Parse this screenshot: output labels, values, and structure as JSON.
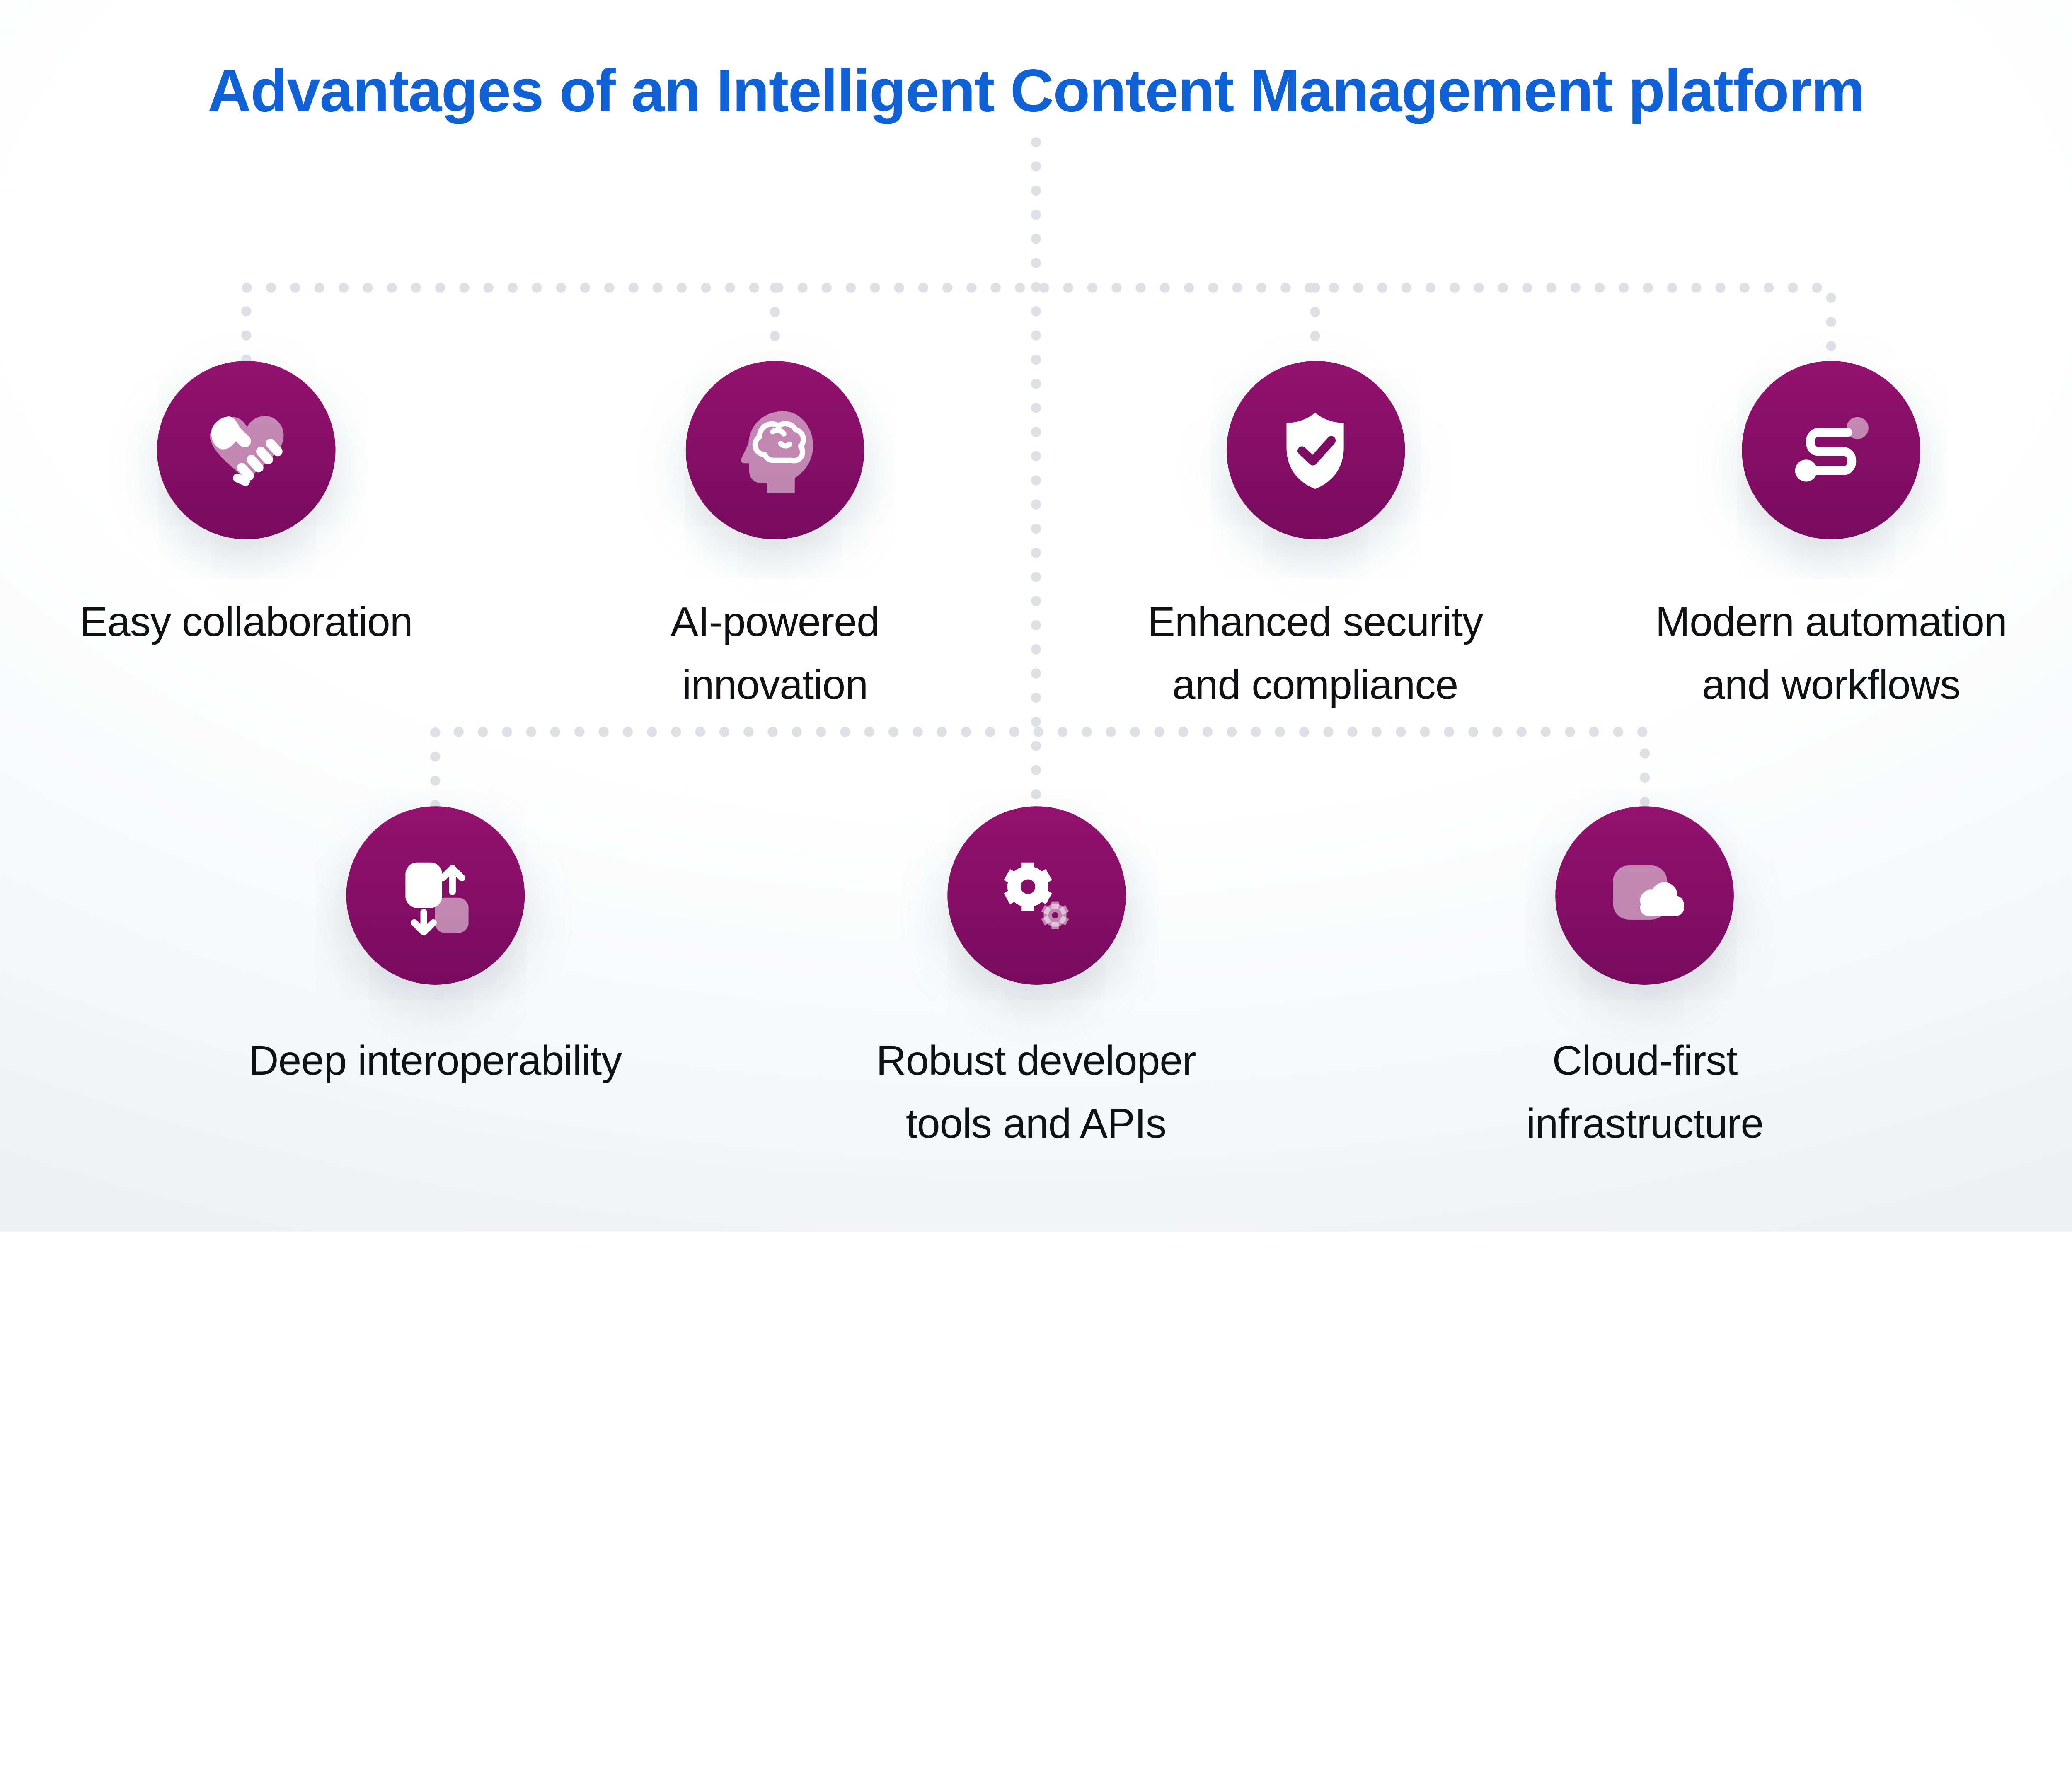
{
  "title": {
    "text": "Advantages of an Intelligent Content Management platform"
  },
  "theme": {
    "title_color": "#1161d6",
    "label_color": "#101114",
    "dot_color": "#dde1e6",
    "circle_gradient_top": "#94116f",
    "circle_gradient_bottom": "#770b5e",
    "shield_check_color": "#7d0b62",
    "icon_color": "#ffffff"
  },
  "items": [
    {
      "id": "easy-collaboration",
      "icon": "handshake-heart-icon",
      "label_lines": [
        "Easy collaboration"
      ]
    },
    {
      "id": "ai-powered-innovation",
      "icon": "head-brain-icon",
      "label_lines": [
        "AI-powered",
        "innovation"
      ]
    },
    {
      "id": "enhanced-security",
      "icon": "shield-check-icon",
      "label_lines": [
        "Enhanced security",
        "and compliance"
      ]
    },
    {
      "id": "modern-automation",
      "icon": "workflow-icon",
      "label_lines": [
        "Modern automation",
        "and workflows"
      ]
    },
    {
      "id": "deep-interoperability",
      "icon": "interoperability-icon",
      "label_lines": [
        "Deep interoperability"
      ]
    },
    {
      "id": "robust-developer-tools",
      "icon": "gears-icon",
      "label_lines": [
        "Robust developer",
        "tools and APIs"
      ]
    },
    {
      "id": "cloud-first",
      "icon": "cloud-icon",
      "label_lines": [
        "Cloud-first",
        "infrastructure"
      ]
    }
  ]
}
